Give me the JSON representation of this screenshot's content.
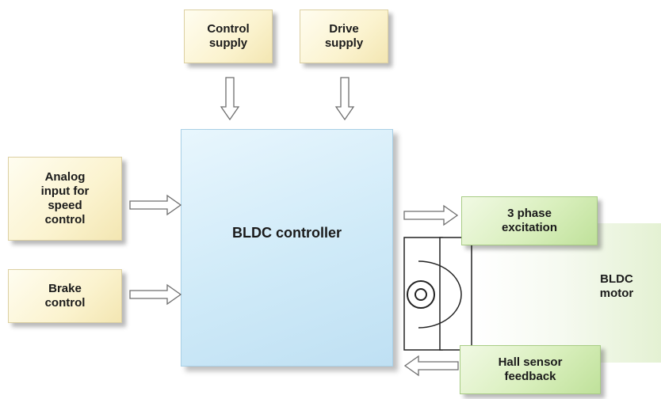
{
  "boxes": {
    "control_supply": "Control\nsupply",
    "drive_supply": "Drive\nsupply",
    "analog_input": "Analog\ninput for\nspeed\ncontrol",
    "brake_control": "Brake\ncontrol",
    "controller": "BLDC controller",
    "three_phase": "3 phase\nexcitation",
    "motor": "BLDC\nmotor",
    "hall_sensor": "Hall sensor\nfeedback"
  },
  "colors": {
    "input_box": "#fbf3cf",
    "output_box": "#d9efbd",
    "controller_box": "#cfeaf8",
    "arrow_fill": "#ffffff",
    "arrow_stroke": "#6e6e6e"
  }
}
